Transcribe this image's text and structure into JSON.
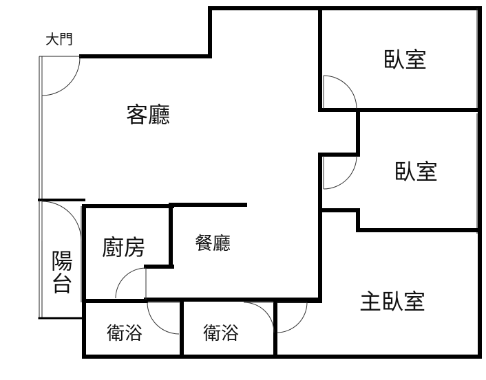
{
  "plan": {
    "entrance_label": "大門",
    "rooms": {
      "living_room": "客廳",
      "bedroom_1": "臥室",
      "bedroom_2": "臥室",
      "master_bedroom": "主臥室",
      "kitchen": "廚房",
      "dining_room": "餐廳",
      "bathroom_1": "衛浴",
      "bathroom_2": "衛浴",
      "balcony_char_1": "陽",
      "balcony_char_2": "台"
    }
  }
}
